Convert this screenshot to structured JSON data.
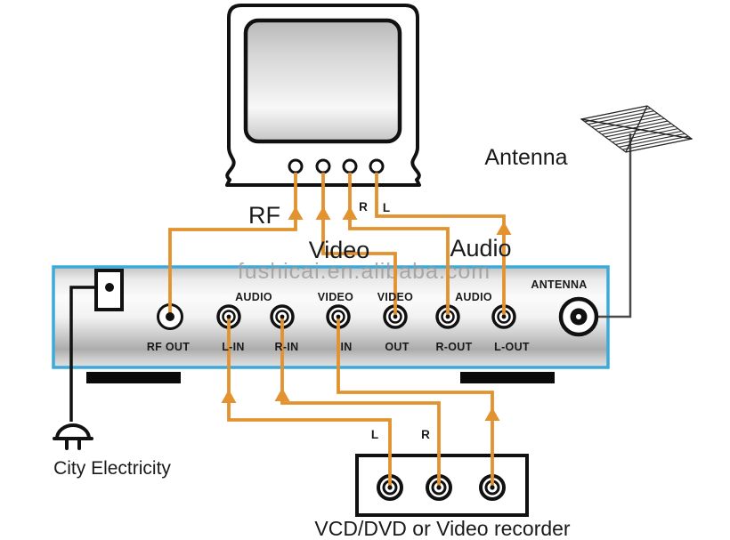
{
  "tv": {
    "jack_r_label": "R",
    "jack_l_label": "L"
  },
  "cables": {
    "rf": "RF",
    "video": "Video",
    "audio": "Audio"
  },
  "antenna": {
    "label": "Antenna"
  },
  "device": {
    "watermark": "fushicai.en.alibaba.com",
    "port_groups": {
      "audio_in": "AUDIO",
      "video_in": "VIDEO",
      "video_out": "VIDEO",
      "audio_out": "AUDIO",
      "antenna": "ANTENNA"
    },
    "port_names": {
      "rf_out": "RF OUT",
      "l_in": "L-IN",
      "r_in": "R-IN",
      "video_in": "IN",
      "video_out": "OUT",
      "r_out": "R-OUT",
      "l_out": "L-OUT"
    }
  },
  "power": {
    "label": "City Electricity"
  },
  "recorder": {
    "l": "L",
    "r": "R",
    "caption": "VCD/DVD or Video recorder"
  },
  "colors": {
    "cable_orange": "#E2922F",
    "device_border_cyan": "#3BAAD9",
    "antenna_line_gray": "#4A4A4A",
    "watermark_gray": "#9A9A9A"
  }
}
